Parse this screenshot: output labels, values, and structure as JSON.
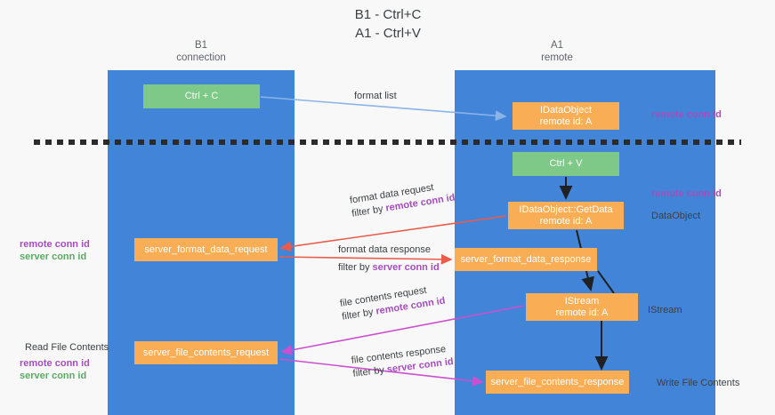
{
  "title": "B1 - Ctrl+C\nA1 - Ctrl+V",
  "lanes": {
    "b1": {
      "name": "B1",
      "role": "connection"
    },
    "a1": {
      "name": "A1",
      "role": "remote"
    }
  },
  "colors": {
    "lane": "#4285d8",
    "green_box": "#7ec987",
    "orange_box": "#f9ad54",
    "purple_text": "#a64dbe",
    "green_text": "#5aab63",
    "arrow_blue": "#8ab4e8",
    "arrow_red": "#ea5b4b",
    "arrow_magenta": "#c councils"
  },
  "boxes": {
    "ctrl_c": {
      "label": "Ctrl + C",
      "kind": "green"
    },
    "idataobject": {
      "line1": "IDataObject",
      "line2": "remote id: A",
      "kind": "orange"
    },
    "ctrl_v": {
      "label": "Ctrl + V",
      "kind": "green"
    },
    "getdata": {
      "line1": "IDataObject::GetData",
      "line2": "remote id: A",
      "kind": "orange"
    },
    "server_format_data_request": {
      "label": "server_format_data_request",
      "kind": "orange"
    },
    "server_format_data_response": {
      "label": "server_format_data_response",
      "kind": "orange"
    },
    "istream": {
      "line1": "IStream",
      "line2": "remote id: A",
      "kind": "orange"
    },
    "server_file_contents_request": {
      "label": "server_file_contents_request",
      "kind": "orange"
    },
    "server_file_contents_response": {
      "label": "server_file_contents_response",
      "kind": "orange"
    }
  },
  "edge_labels": {
    "format_list": "format list",
    "format_data_request": "format data request",
    "format_data_request_filter_prefix": "filter by ",
    "format_data_request_filter_key": "remote conn id",
    "format_data_response": "format data response",
    "format_data_response_filter_prefix": "filter by ",
    "format_data_response_filter_key": "server conn id",
    "file_contents_request": "file contents request",
    "file_contents_request_filter_prefix": "filter by ",
    "file_contents_request_filter_key": "remote conn id",
    "file_contents_response": "file contents response",
    "file_contents_response_filter_prefix": "filter by ",
    "file_contents_response_filter_key": "server conn id"
  },
  "annotations": {
    "remote_conn_id_top": "remote conn id",
    "remote_conn_id_mid": "remote conn id",
    "dataobject": "DataObject",
    "istream": "IStream",
    "write_file_contents": "Write File Contents",
    "read_file_contents": "Read File Contents",
    "left_mid_remote": "remote conn id",
    "left_mid_server": "server conn id",
    "left_low_remote": "remote conn id",
    "left_low_server": "server conn id"
  }
}
